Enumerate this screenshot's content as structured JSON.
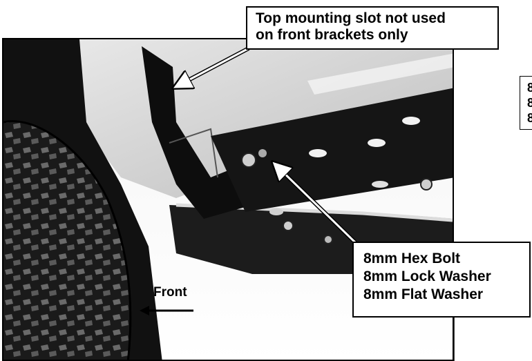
{
  "callout_top": {
    "lines": [
      "Top mounting slot not used",
      "on front brackets only"
    ]
  },
  "callout_hardware": {
    "lines": [
      "8mm Hex Bolt",
      "8mm Lock Washer",
      "8mm Flat Washer"
    ]
  },
  "front_label": "Front",
  "partial_box_fragments": [
    "8",
    "8",
    "8"
  ]
}
